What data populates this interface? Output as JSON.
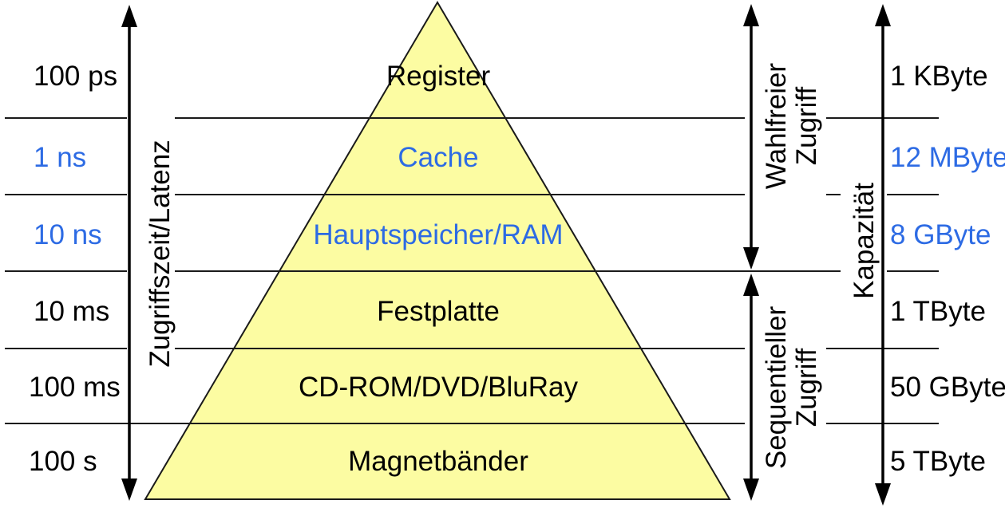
{
  "colors": {
    "pyramid_fill": "#FCFCA2",
    "stroke": "#1a1a1a",
    "black_text": "#000000",
    "blue_text": "#2D6BE4"
  },
  "axes": {
    "latency_axis_label": "Zugriffszeit/Latenz",
    "capacity_axis_label": "Kapazität",
    "random_access": {
      "line1": "Wahlfreier",
      "line2": "Zugriff"
    },
    "sequential_access": {
      "line1": "Sequentieller",
      "line2": "Zugriff"
    }
  },
  "levels": [
    {
      "name": "Register",
      "latency": "100 ps",
      "capacity": "1 KByte",
      "color": "#000000"
    },
    {
      "name": "Cache",
      "latency": "1 ns",
      "capacity": "12 MByte",
      "color": "#2D6BE4"
    },
    {
      "name": "Hauptspeicher/RAM",
      "latency": "10 ns",
      "capacity": "8 GByte",
      "color": "#2D6BE4"
    },
    {
      "name": "Festplatte",
      "latency": "10 ms",
      "capacity": "1 TByte",
      "color": "#000000"
    },
    {
      "name": "CD-ROM/DVD/BluRay",
      "latency": "100 ms",
      "capacity": "50 GByte",
      "color": "#000000"
    },
    {
      "name": "Magnetbänder",
      "latency": "100 s",
      "capacity": "5 TByte",
      "color": "#000000"
    }
  ]
}
